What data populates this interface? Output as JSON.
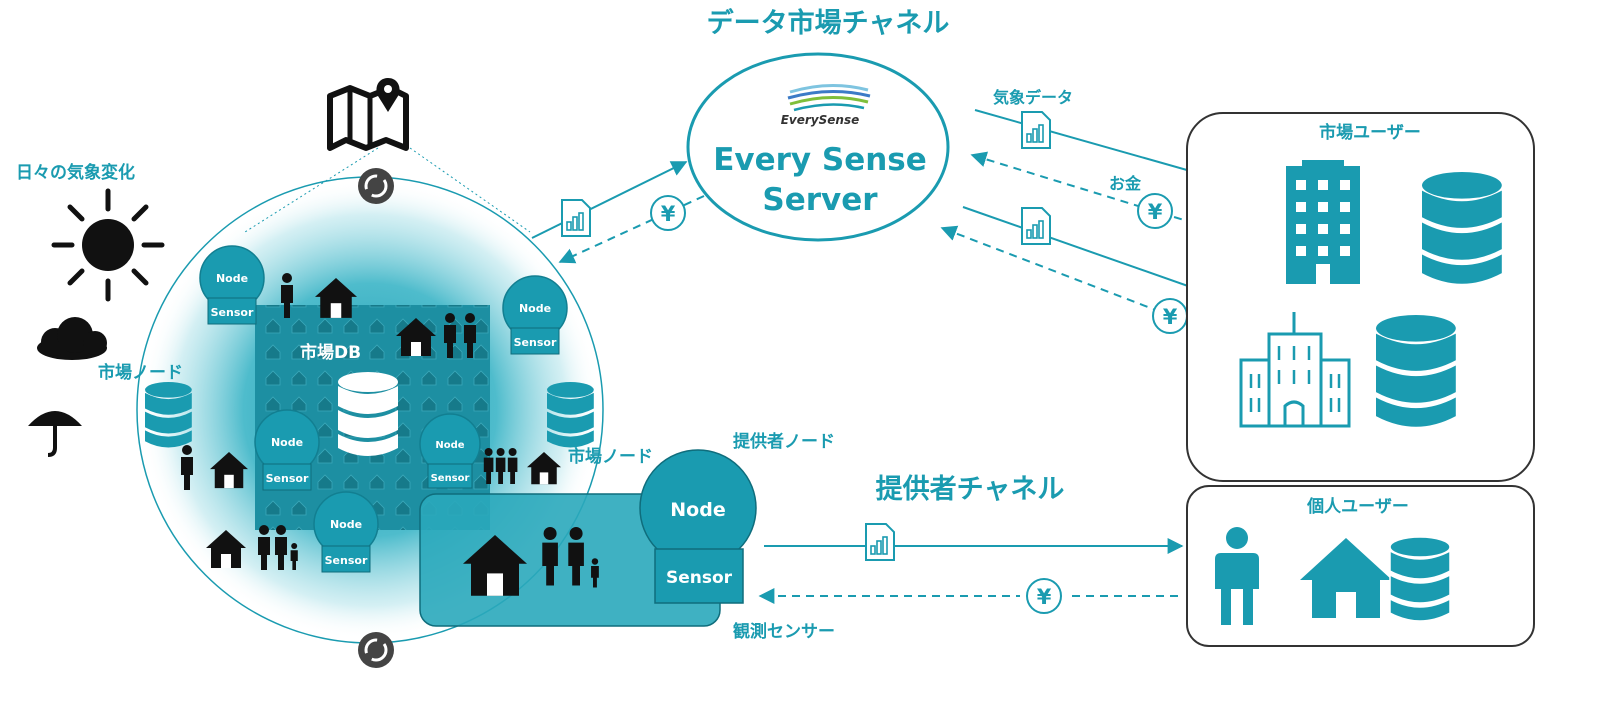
{
  "titles": {
    "market_channel": "データ市場チャネル",
    "provider_channel": "提供者チャネル"
  },
  "server": {
    "logo_text": "EverySense",
    "name_line1": "Every Sense",
    "name_line2": "Server"
  },
  "left": {
    "weather_label": "日々の気象変化",
    "market_node_left": "市場ノード",
    "market_db": "市場DB",
    "market_node_bottom": "市場ノード"
  },
  "nodes": {
    "node_label": "Node",
    "sensor_label": "Sensor"
  },
  "provider": {
    "node_label": "提供者ノード",
    "sensor_caption": "観測センサー",
    "big_node": "Node",
    "big_sensor": "Sensor"
  },
  "flows": {
    "weather_data": "気象データ",
    "money": "お金",
    "yen": "¥"
  },
  "users": {
    "market_users": "市場ユーザー",
    "personal_users": "個人ユーザー"
  },
  "colors": {
    "teal": "#1a9bb0",
    "teal_dark": "#127f91",
    "black": "#111111"
  },
  "icons": [
    "map-pin-icon",
    "sync-icon",
    "sun-icon",
    "cloud-icon",
    "umbrella-icon",
    "person-icon",
    "house-icon",
    "family-icon",
    "database-icon",
    "document-chart-icon",
    "yen-coin-icon",
    "office-building-icon",
    "city-building-icon"
  ]
}
